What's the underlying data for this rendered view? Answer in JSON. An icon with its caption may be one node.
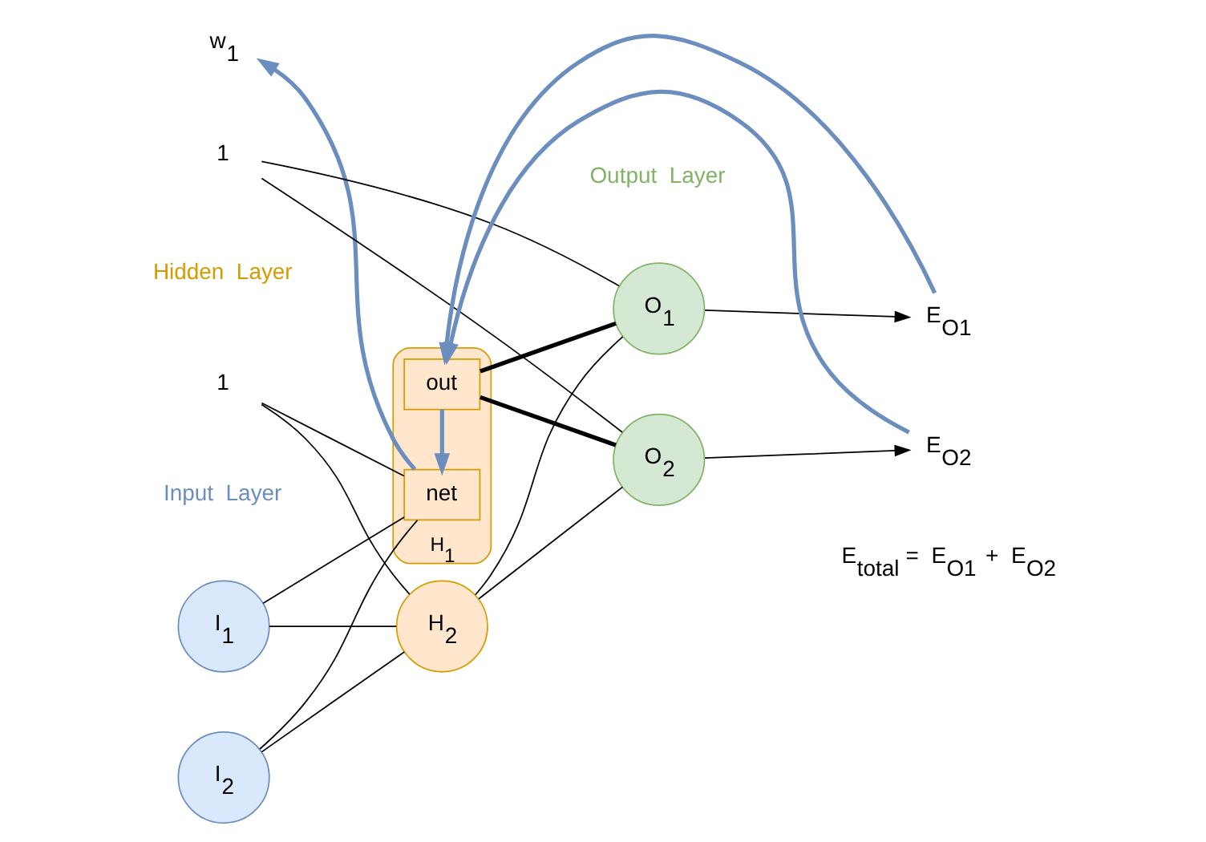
{
  "diagram": {
    "nodes": [
      {
        "text": [
          "I$_{1}$"
        ]
      },
      {
        "text": [
          "I$_{2}$"
        ]
      },
      {
        "text": [
          "H$_{1}$"
        ]
      },
      {
        "text": [
          "net"
        ],
        "in": 2
      },
      {
        "text": [
          "out"
        ],
        "in": 2
      },
      {
        "text": [
          "H$_{2}$"
        ]
      },
      {
        "text": [
          "O$_{1}$"
        ]
      },
      {
        "text": [
          "O$_{2}$"
        ]
      },
      {
        "text": [
          "1"
        ]
      },
      {
        "text": [
          "1"
        ]
      },
      {
        "text": [
          "E$_{O1}$"
        ]
      },
      {
        "text": [
          "E$_{O2}$"
        ]
      },
      {
        "text": [
          "w$_{1}$"
        ]
      }
    ],
    "edges": [
      {
        "from": 0,
        "to": 3,
        "arrow": "none"
      },
      {
        "from": 0,
        "to": 5,
        "arrow": "none"
      },
      {
        "from": 1,
        "to": 3,
        "arrow": "none"
      },
      {
        "from": 1,
        "to": 5,
        "arrow": "none"
      },
      {
        "from": 8,
        "to": 3,
        "arrow": "none"
      },
      {
        "from": 8,
        "to": 5,
        "arrow": "none"
      },
      {
        "from": 4,
        "to": 6,
        "arrow": "none",
        "style": "thick"
      },
      {
        "from": 4,
        "to": 7,
        "arrow": "none",
        "style": "thick"
      },
      {
        "from": 5,
        "to": 6,
        "arrow": "none"
      },
      {
        "from": 5,
        "to": 7,
        "arrow": "none"
      },
      {
        "from": 9,
        "to": 6,
        "arrow": "none"
      },
      {
        "from": 9,
        "to": 7,
        "arrow": "none"
      },
      {
        "from": 6,
        "to": 10,
        "arrow": "to"
      },
      {
        "from": 7,
        "to": 11,
        "arrow": "to"
      },
      {
        "from": 4,
        "to": 3,
        "arrow": "to",
        "style": "thick",
        "color": "#6c8ebf"
      },
      {
        "from": 3,
        "to": 12,
        "arrow": "to",
        "style": "thick",
        "color": "#6c8ebf"
      },
      {
        "from": 10,
        "to": 4,
        "arrow": "to",
        "style": "thick",
        "color": "#6c8ebf"
      },
      {
        "from": 11,
        "to": 4,
        "arrow": "to",
        "style": "thick",
        "color": "#6c8ebf"
      }
    ],
    "labels": [
      "Input Layer",
      "Hidden Layer",
      "Output Layer",
      "E$_{total}$ = E$_{O1}$ + E$_{O2}$"
    ]
  }
}
